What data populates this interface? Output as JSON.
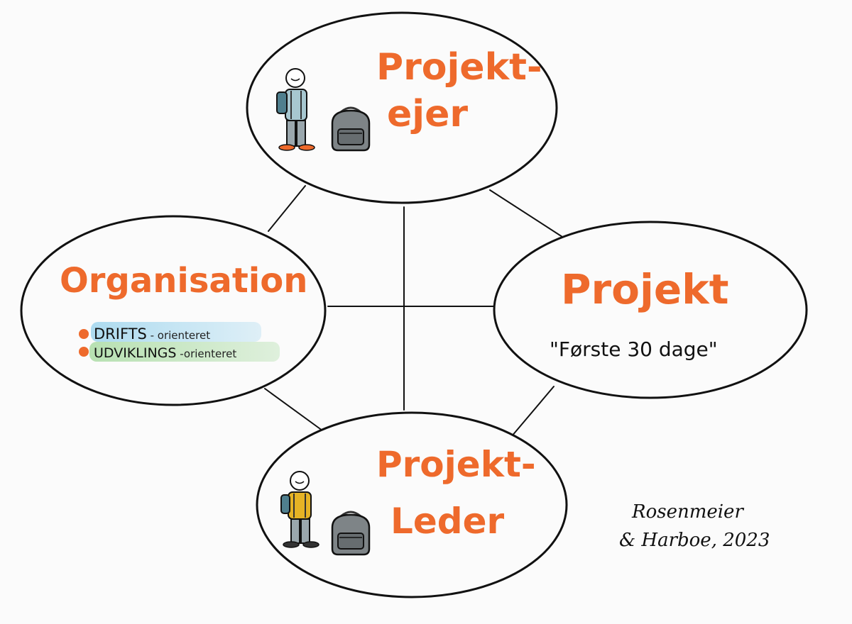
{
  "colors": {
    "background": "#fbfbfb",
    "outline": "#111111",
    "title": "#ee6a2c",
    "bullet": "#ee6a2c",
    "highlight_blue": "#a9d9ef",
    "highlight_green": "#b4dfae"
  },
  "nodes": {
    "projektejer": {
      "title_line1": "Projekt-",
      "title_line2": "ejer",
      "icons": [
        "person-icon",
        "backpack-icon"
      ]
    },
    "organisation": {
      "title": "Organisation",
      "bullets": [
        {
          "label": "DRIFTS",
          "suffix": " - orienteret"
        },
        {
          "label": "UDVIKLINGS",
          "suffix": " -orienteret"
        }
      ]
    },
    "projekt": {
      "title": "Projekt",
      "subtitle": "\"Første 30 dage\""
    },
    "projektleder": {
      "title_line1": "Projekt-",
      "title_line2": "Leder",
      "icons": [
        "person-icon",
        "backpack-icon"
      ]
    }
  },
  "credit": {
    "line1": "Rosenmeier",
    "line2": "& Harboe, 2023"
  }
}
